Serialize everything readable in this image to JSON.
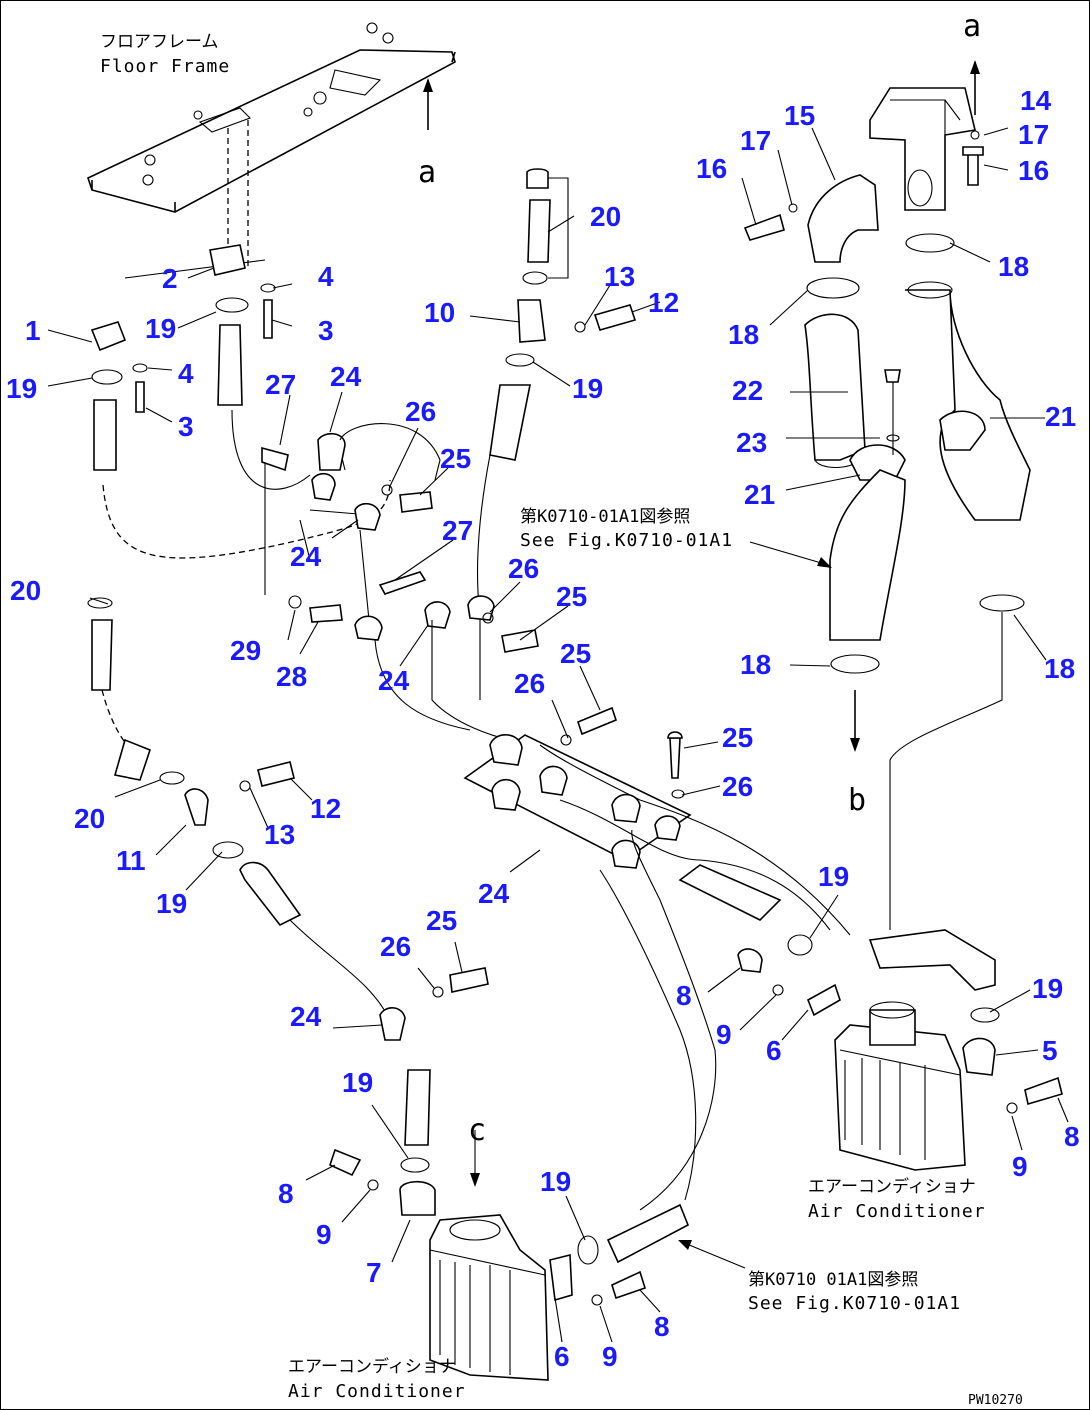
{
  "texts": {
    "floor_frame_jp": "フロアフレーム",
    "floor_frame_en": "Floor Frame",
    "ref_a_top": "a",
    "ref_a_right": "a",
    "ref_b": "b",
    "ref_c": "c",
    "see_fig_1_jp": "第K0710-01A1図参照",
    "see_fig_1_en": "See Fig.K0710-01A1",
    "see_fig_2_jp": "第K0710 01A1図参照",
    "see_fig_2_en": "See Fig.K0710-01A1",
    "aircon_1_jp": "エアーコンディショナ",
    "aircon_1_en": "Air Conditioner",
    "aircon_2_jp": "エアーコンディショナ",
    "aircon_2_en": "Air Conditioner",
    "drawing_code": "PW10270"
  },
  "callouts": [
    {
      "id": "c1",
      "label": "1"
    },
    {
      "id": "c2",
      "label": "2"
    },
    {
      "id": "c3a",
      "label": "3"
    },
    {
      "id": "c3b",
      "label": "3"
    },
    {
      "id": "c4a",
      "label": "4"
    },
    {
      "id": "c4b",
      "label": "4"
    },
    {
      "id": "c5",
      "label": "5"
    },
    {
      "id": "c6a",
      "label": "6"
    },
    {
      "id": "c6b",
      "label": "6"
    },
    {
      "id": "c7",
      "label": "7"
    },
    {
      "id": "c8a",
      "label": "8"
    },
    {
      "id": "c8b",
      "label": "8"
    },
    {
      "id": "c8c",
      "label": "8"
    },
    {
      "id": "c8d",
      "label": "8"
    },
    {
      "id": "c9a",
      "label": "9"
    },
    {
      "id": "c9b",
      "label": "9"
    },
    {
      "id": "c9c",
      "label": "9"
    },
    {
      "id": "c9d",
      "label": "9"
    },
    {
      "id": "c10",
      "label": "10"
    },
    {
      "id": "c11",
      "label": "11"
    },
    {
      "id": "c12a",
      "label": "12"
    },
    {
      "id": "c12b",
      "label": "12"
    },
    {
      "id": "c13a",
      "label": "13"
    },
    {
      "id": "c13b",
      "label": "13"
    },
    {
      "id": "c14",
      "label": "14"
    },
    {
      "id": "c15",
      "label": "15"
    },
    {
      "id": "c16a",
      "label": "16"
    },
    {
      "id": "c16b",
      "label": "16"
    },
    {
      "id": "c17a",
      "label": "17"
    },
    {
      "id": "c17b",
      "label": "17"
    },
    {
      "id": "c18a",
      "label": "18"
    },
    {
      "id": "c18b",
      "label": "18"
    },
    {
      "id": "c18c",
      "label": "18"
    },
    {
      "id": "c18d",
      "label": "18"
    },
    {
      "id": "c19a",
      "label": "19"
    },
    {
      "id": "c19b",
      "label": "19"
    },
    {
      "id": "c19c",
      "label": "19"
    },
    {
      "id": "c19d",
      "label": "19"
    },
    {
      "id": "c19e",
      "label": "19"
    },
    {
      "id": "c19f",
      "label": "19"
    },
    {
      "id": "c19g",
      "label": "19"
    },
    {
      "id": "c19h",
      "label": "19"
    },
    {
      "id": "c20a",
      "label": "20"
    },
    {
      "id": "c20b",
      "label": "20"
    },
    {
      "id": "c20c",
      "label": "20"
    },
    {
      "id": "c21a",
      "label": "21"
    },
    {
      "id": "c21b",
      "label": "21"
    },
    {
      "id": "c22",
      "label": "22"
    },
    {
      "id": "c23",
      "label": "23"
    },
    {
      "id": "c24a",
      "label": "24"
    },
    {
      "id": "c24b",
      "label": "24"
    },
    {
      "id": "c24c",
      "label": "24"
    },
    {
      "id": "c24d",
      "label": "24"
    },
    {
      "id": "c24e",
      "label": "24"
    },
    {
      "id": "c25a",
      "label": "25"
    },
    {
      "id": "c25b",
      "label": "25"
    },
    {
      "id": "c25c",
      "label": "25"
    },
    {
      "id": "c25d",
      "label": "25"
    },
    {
      "id": "c25e",
      "label": "25"
    },
    {
      "id": "c26a",
      "label": "26"
    },
    {
      "id": "c26b",
      "label": "26"
    },
    {
      "id": "c26c",
      "label": "26"
    },
    {
      "id": "c26d",
      "label": "26"
    },
    {
      "id": "c26e",
      "label": "26"
    },
    {
      "id": "c27a",
      "label": "27"
    },
    {
      "id": "c27b",
      "label": "27"
    },
    {
      "id": "c28",
      "label": "28"
    },
    {
      "id": "c29",
      "label": "29"
    }
  ]
}
